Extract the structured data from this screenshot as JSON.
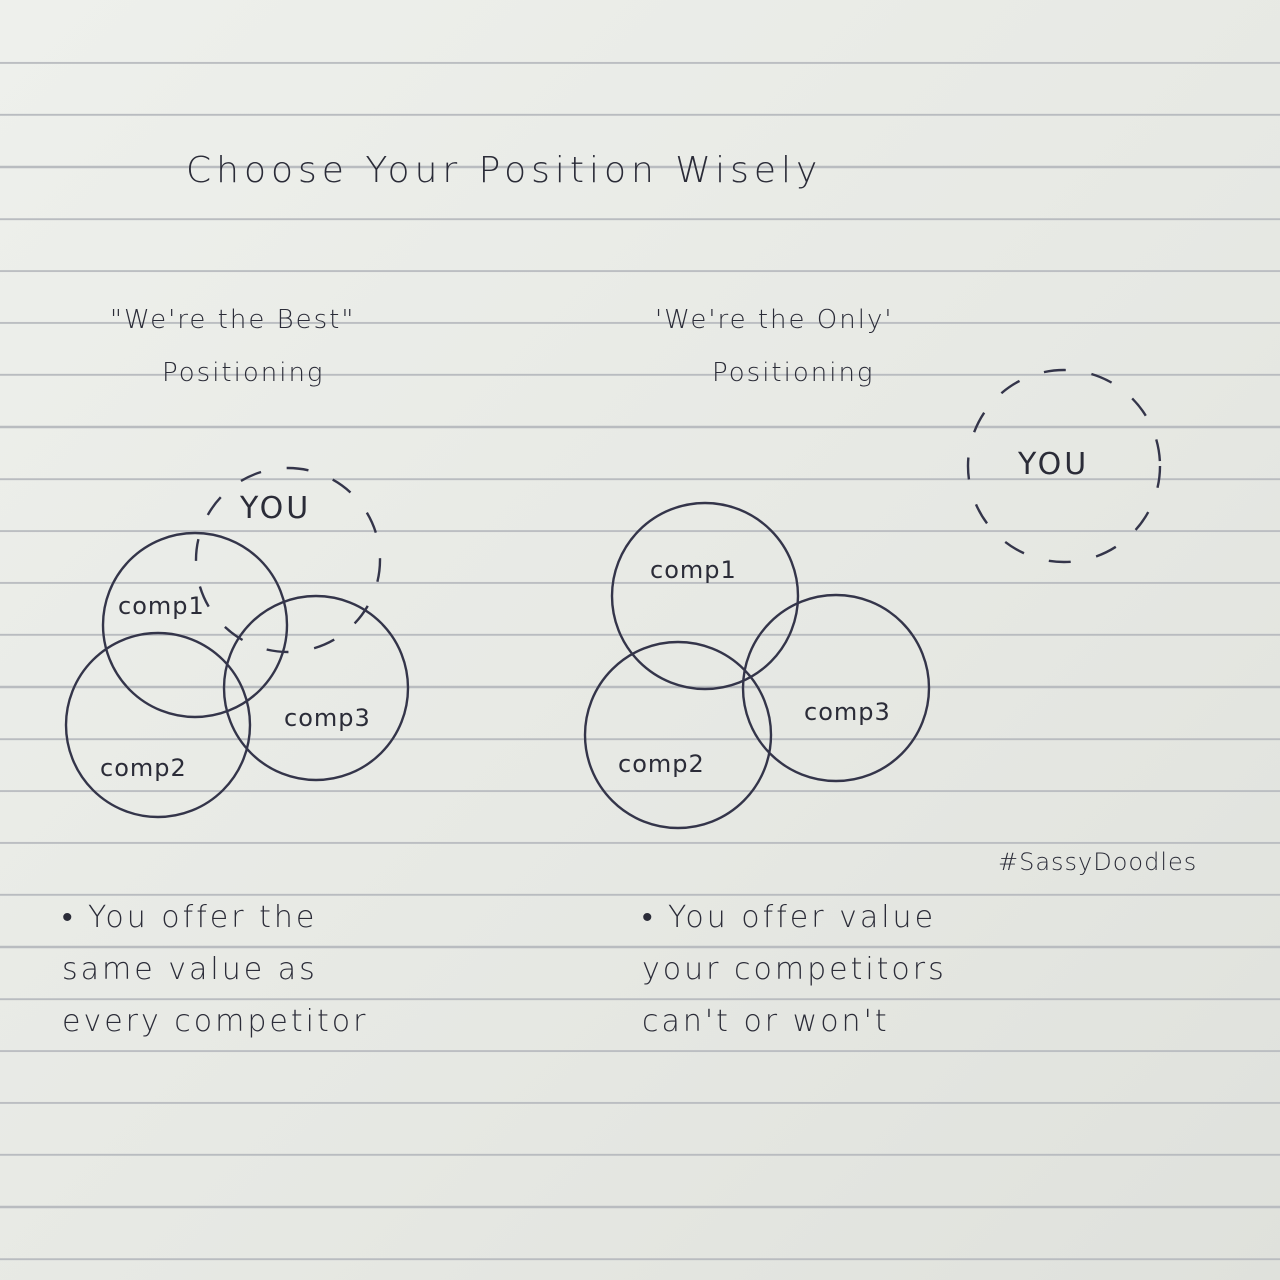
{
  "title": "Choose Your Position Wisely",
  "left": {
    "heading_line1": "\"We're the Best\"",
    "heading_line2": "Positioning",
    "you_label": "YOU",
    "comp1_label": "comp1",
    "comp2_label": "comp2",
    "comp3_label": "comp3",
    "note_line1": "• You offer the",
    "note_line2": "same value as",
    "note_line3": "every competitor"
  },
  "right": {
    "heading_line1": "'We're the Only'",
    "heading_line2": "Positioning",
    "you_label": "YOU",
    "comp1_label": "comp1",
    "comp2_label": "comp2",
    "comp3_label": "comp3",
    "note_line1": "• You offer value",
    "note_line2": "your competitors",
    "note_line3": "can't or won't"
  },
  "signature": "#SassyDoodles",
  "colors": {
    "ink": "#2b2c38",
    "paper": "#e7e8e3",
    "rule_line": "#b9bcc0"
  }
}
